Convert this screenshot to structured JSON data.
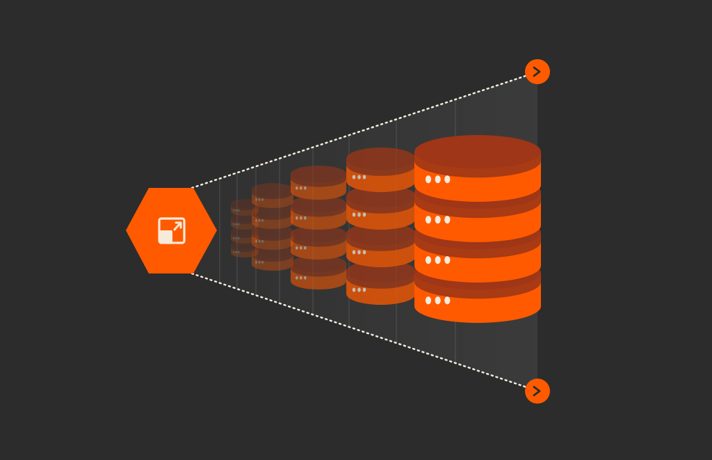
{
  "colors": {
    "background": "#2c2c2c",
    "accent": "#ff5a00",
    "shadow_band": "#a83a14",
    "top_face": "#9e3617",
    "guide_line": "#f4ecdf",
    "icon_fill": "#f6ead8"
  },
  "icons": {
    "scale": "resize-expand-icon",
    "arrow": "chevron-right-icon"
  },
  "stacks": [
    {
      "disks": 4,
      "opacity": 0.22
    },
    {
      "disks": 4,
      "opacity": 0.35
    },
    {
      "disks": 4,
      "opacity": 0.55
    },
    {
      "disks": 4,
      "opacity": 0.75
    },
    {
      "disks": 4,
      "opacity": 1.0
    }
  ]
}
